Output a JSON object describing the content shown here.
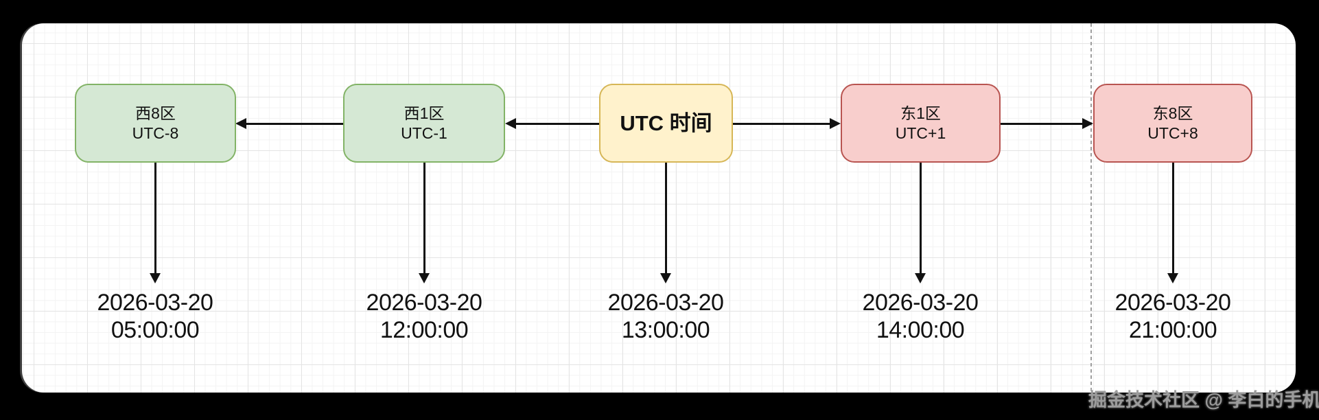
{
  "canvas": {
    "background": "#000000",
    "surface": "#ffffff",
    "grid_minor_color": "#f3f3f3",
    "grid_major_color": "#e4e4e4",
    "divider_color": "#9e9e9e",
    "arrow_color": "#111111"
  },
  "nodes": [
    {
      "id": "west-8",
      "label_line1": "西8区",
      "label_line2": "UTC-8",
      "fill": "#d5e8d4",
      "stroke": "#82b366",
      "date": "2026-03-20",
      "time": "05:00:00"
    },
    {
      "id": "west-1",
      "label_line1": "西1区",
      "label_line2": "UTC-1",
      "fill": "#d5e8d4",
      "stroke": "#82b366",
      "date": "2026-03-20",
      "time": "12:00:00"
    },
    {
      "id": "utc",
      "label_line1": "UTC 时间",
      "label_line2": "",
      "fill": "#fff2cc",
      "stroke": "#d6b656",
      "date": "2026-03-20",
      "time": "13:00:00"
    },
    {
      "id": "east-1",
      "label_line1": "东1区",
      "label_line2": "UTC+1",
      "fill": "#f8cecc",
      "stroke": "#b85450",
      "date": "2026-03-20",
      "time": "14:00:00"
    },
    {
      "id": "east-8",
      "label_line1": "东8区",
      "label_line2": "UTC+8",
      "fill": "#f8cecc",
      "stroke": "#b85450",
      "date": "2026-03-20",
      "time": "21:00:00"
    }
  ],
  "watermark": {
    "text": "掘金技术社区 @ 李白的手机",
    "color": "#9c9c9c"
  }
}
